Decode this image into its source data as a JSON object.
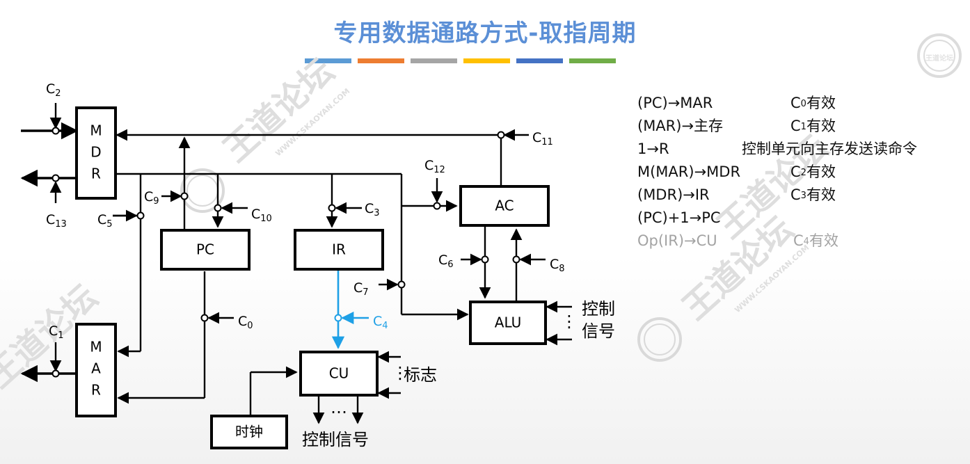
{
  "slide": {
    "title": "专用数据通路方式-取指周期",
    "bar_colors": [
      "#5b9bd5",
      "#ed7d31",
      "#a5a5a5",
      "#ffc000",
      "#4472c4",
      "#70ad47"
    ]
  },
  "diagram": {
    "registers": {
      "mdr": [
        "M",
        "D",
        "R"
      ],
      "mar": [
        "M",
        "A",
        "R"
      ],
      "pc": "PC",
      "ir": "IR",
      "ac": "AC",
      "alu": "ALU",
      "cu": "CU",
      "clock": "时钟"
    },
    "controls": {
      "c0": {
        "letter": "C",
        "sub": "0"
      },
      "c1": {
        "letter": "C",
        "sub": "1"
      },
      "c2": {
        "letter": "C",
        "sub": "2"
      },
      "c3": {
        "letter": "C",
        "sub": "3"
      },
      "c4": {
        "letter": "C",
        "sub": "4"
      },
      "c5": {
        "letter": "C",
        "sub": "5"
      },
      "c6": {
        "letter": "C",
        "sub": "6"
      },
      "c7": {
        "letter": "C",
        "sub": "7"
      },
      "c8": {
        "letter": "C",
        "sub": "8"
      },
      "c9": {
        "letter": "C",
        "sub": "9"
      },
      "c10": {
        "letter": "C",
        "sub": "10"
      },
      "c11": {
        "letter": "C",
        "sub": "11"
      },
      "c12": {
        "letter": "C",
        "sub": "12"
      },
      "c13": {
        "letter": "C",
        "sub": "13"
      }
    },
    "alu_control_signals": [
      "控制",
      "信号"
    ],
    "flag_label": "标志",
    "cu_output_label": "控制信号",
    "vertical_ellipsis": "⋮",
    "horizontal_ellipsis": "…",
    "highlight_color": "#1ea0e6"
  },
  "watermark": {
    "text": "王道论坛",
    "url": "WWW.CSKAOYAN.COM"
  },
  "steps": [
    {
      "op": "(PC)→MAR",
      "note_main": "C",
      "note_sub": "0",
      "note_tail": "有效",
      "dim": false
    },
    {
      "op": "(MAR)→主存",
      "note_main": "C",
      "note_sub": "1",
      "note_tail": "有效",
      "dim": false
    },
    {
      "op": "1→R",
      "note_main": "控制单元向主存发送读命令",
      "note_sub": "",
      "note_tail": "",
      "dim": false
    },
    {
      "op": "M(MAR)→MDR",
      "note_main": "C",
      "note_sub": "2",
      "note_tail": "有效",
      "dim": false
    },
    {
      "op": "(MDR)→IR",
      "note_main": "C",
      "note_sub": "3",
      "note_tail": "有效",
      "dim": false
    },
    {
      "op": "(PC)+1→PC",
      "note_main": "",
      "note_sub": "",
      "note_tail": "",
      "dim": false
    },
    {
      "op": "Op(IR)→CU",
      "note_main": "C",
      "note_sub": "4",
      "note_tail": "有效",
      "dim": true
    }
  ]
}
